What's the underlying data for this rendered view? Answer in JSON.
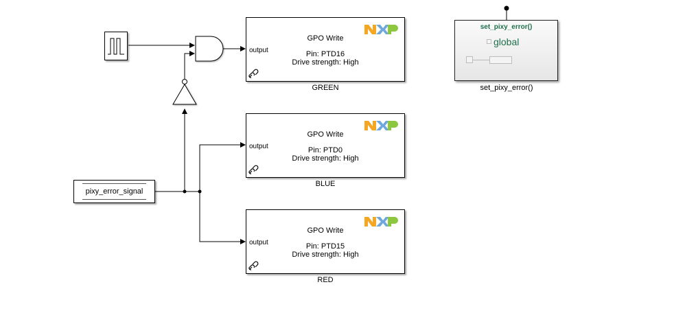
{
  "diagram": {
    "pulse_generator": {
      "icon": "pulse-wave-icon"
    },
    "and_gate": {
      "icon": "and-gate-icon"
    },
    "not_gate": {
      "icon": "not-gate-icon"
    },
    "signal_source": {
      "label": "pixy_error_signal"
    },
    "gpo_blocks": [
      {
        "title": "GPO Write",
        "port": "output",
        "pin": "Pin: PTD16",
        "drive": "Drive strength: High",
        "name": "GREEN",
        "logo": "nxp-logo",
        "link_icon": "library-link-icon"
      },
      {
        "title": "GPO Write",
        "port": "output",
        "pin": "Pin: PTD0",
        "drive": "Drive strength: High",
        "name": "BLUE",
        "logo": "nxp-logo",
        "link_icon": "library-link-icon"
      },
      {
        "title": "GPO Write",
        "port": "output",
        "pin": "Pin: PTD15",
        "drive": "Drive strength: High",
        "name": "RED",
        "logo": "nxp-logo",
        "link_icon": "library-link-icon"
      }
    ],
    "function_block": {
      "header": "set_pixy_error()",
      "scope": "global",
      "name": "set_pixy_error()"
    },
    "colors": {
      "function_text": "#1e6f4b",
      "nxp_orange": "#f5a623",
      "nxp_blue": "#6fa8dc",
      "nxp_green": "#8dc63f"
    }
  }
}
